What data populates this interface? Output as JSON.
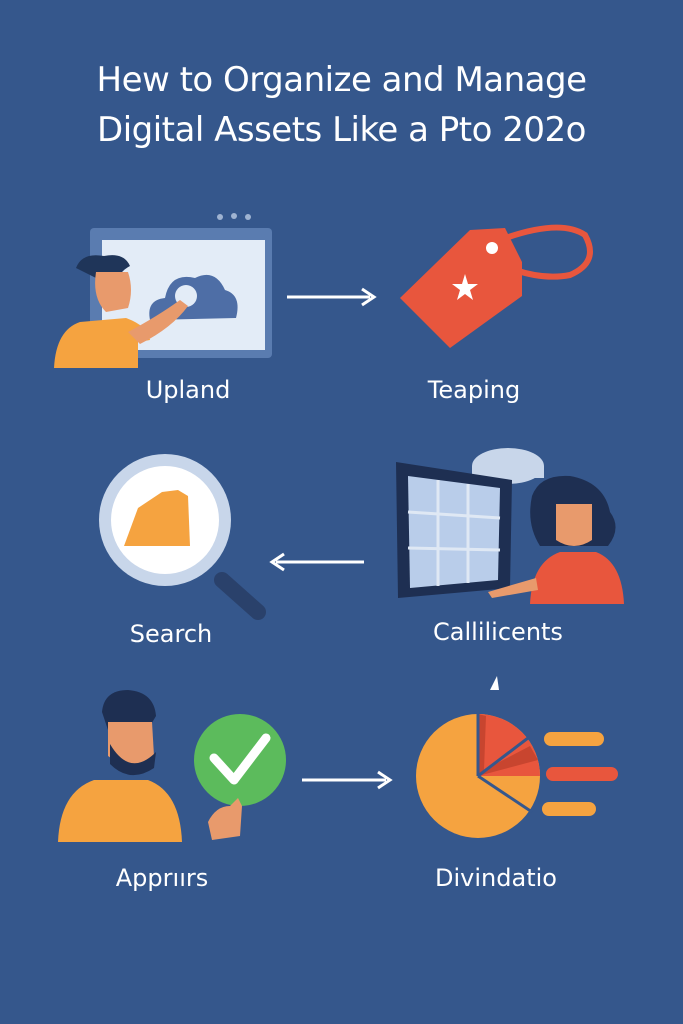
{
  "title": {
    "line1": "Hеw to Organize and Manage",
    "line2": "Digital Assets Like a Pto 202o"
  },
  "steps": [
    {
      "label": "Upland",
      "icon": "cloud-upload-monitor-icon"
    },
    {
      "label": "Teaping",
      "icon": "tag-icon"
    },
    {
      "label": "Search",
      "icon": "magnifier-icon"
    },
    {
      "label": "Callilicents",
      "icon": "window-presenter-icon"
    },
    {
      "label": "Apprıırs",
      "icon": "checkmark-approval-icon"
    },
    {
      "label": "Divindatio",
      "icon": "pie-chart-icon"
    }
  ],
  "colors": {
    "background": "#35578c",
    "orange": "#f5a340",
    "red": "#e8563d",
    "green": "#5cbb5c",
    "light": "#dfe8f4"
  }
}
